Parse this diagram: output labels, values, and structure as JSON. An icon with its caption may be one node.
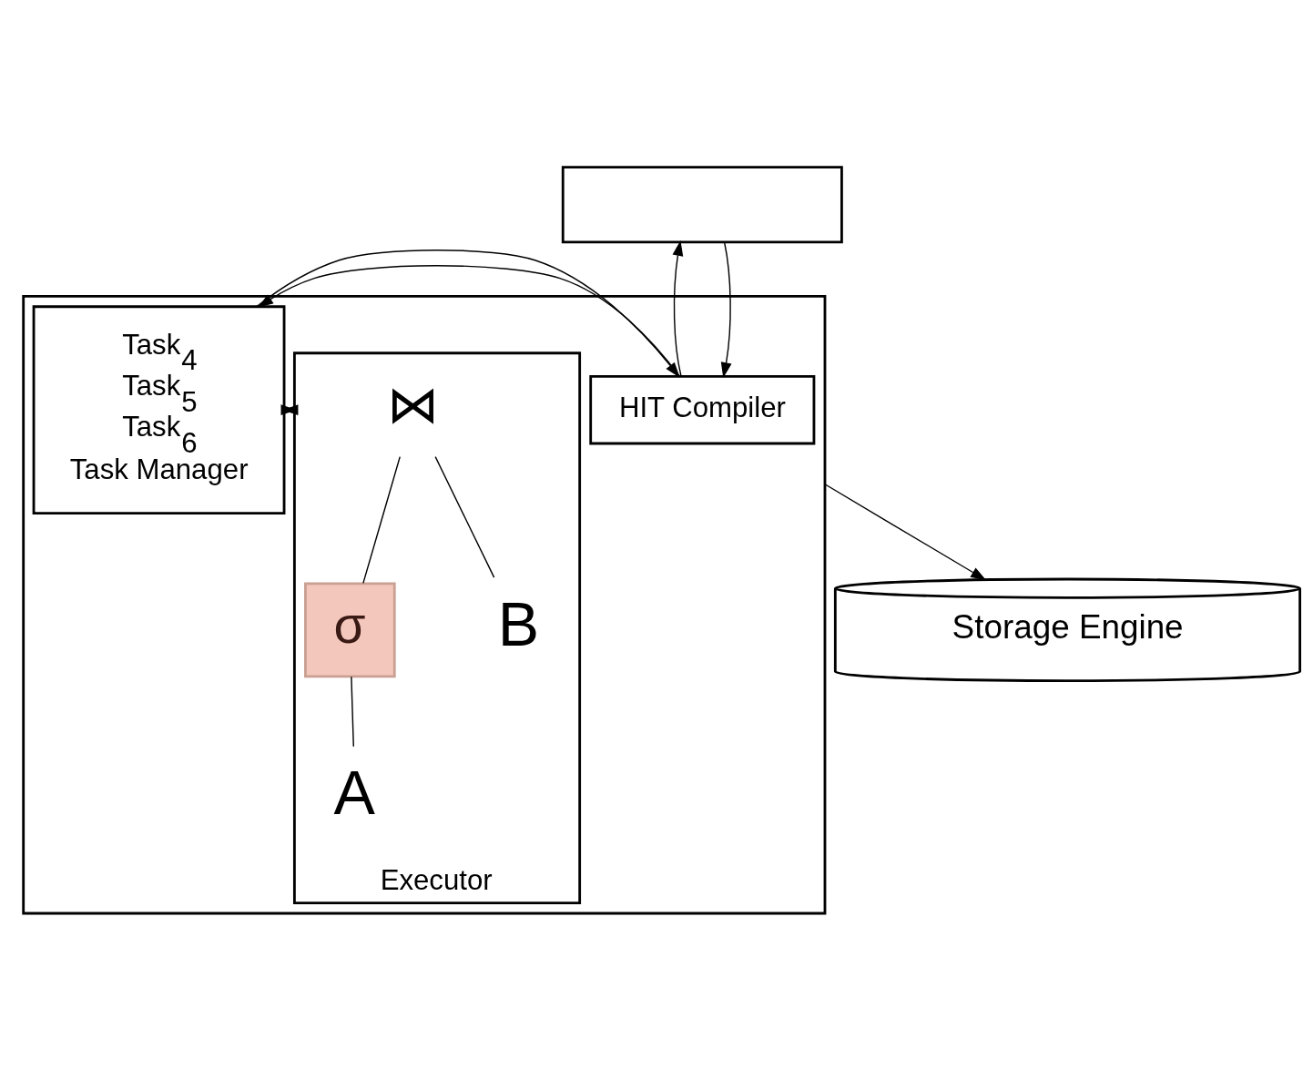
{
  "diagram": {
    "nodes": [
      {
        "text": [],
        "shape": "box"
      },
      {
        "text": [],
        "shape": "box"
      },
      {
        "text": [
          "HIT Compiler"
        ],
        "in": 1
      },
      {
        "text": [
          "Task$_{4}$",
          "Task$_{5}$",
          "Task$_{6}$",
          "Task Manager"
        ],
        "in": 1
      },
      {
        "text": [
          "Executor"
        ],
        "in": 1
      },
      {
        "text": [
          "⋈"
        ],
        "in": 4
      },
      {
        "text": [
          "σ"
        ],
        "in": 4
      },
      {
        "text": [
          "A"
        ],
        "in": 4
      },
      {
        "text": [
          "B"
        ],
        "in": 4
      },
      {
        "text": [
          "Storage Engine"
        ]
      }
    ],
    "edges": [
      {
        "from": 2,
        "to": 0,
        "arrow": "to"
      },
      {
        "from": 0,
        "to": 2,
        "arrow": "to"
      },
      {
        "from": 2,
        "to": 3,
        "arrow": "to"
      },
      {
        "from": 3,
        "to": 4,
        "arrow": "to"
      },
      {
        "from": 4,
        "to": 3,
        "arrow": "to"
      },
      {
        "from": 3,
        "to": 2,
        "arrow": "to"
      },
      {
        "from": 5,
        "to": 6,
        "arrow": "none"
      },
      {
        "from": 5,
        "to": 8,
        "arrow": "none"
      },
      {
        "from": 6,
        "to": 7,
        "arrow": "none"
      },
      {
        "from": 1,
        "to": 9,
        "arrow": "to"
      }
    ]
  }
}
